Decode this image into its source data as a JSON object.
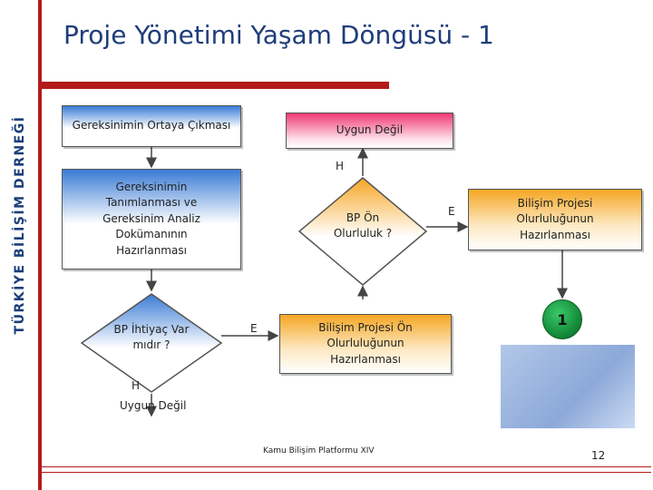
{
  "sidebar": {
    "text": "TÜRKİYE BİLİŞİM DERNEĞİ"
  },
  "title": "Proje Yönetimi Yaşam Döngüsü - 1",
  "nodes": {
    "gereksinim_ortaya": "Gereksinimin Ortaya Çıkması",
    "gereksinim_tanim": "Gereksinimin Tanımlanması ve Gereksinim Analiz Dokümanının Hazırlanması",
    "bp_ihtiyac": "BP İhtiyaç Var mıdır ?",
    "uygun_degil_top": "Uygun Değil",
    "bp_on_olurluluk": "BP Ön Olurluluk ?",
    "bilisim_on_olurluluk": "Bilişim Projesi Ön Olurluluğunun Hazırlanması",
    "bilisim_olurluluk": "Bilişim Projesi Olurluluğunun Hazırlanması",
    "uygun_degil_bottom": "Uygun Değil",
    "connector_1": "1"
  },
  "labels": {
    "h_top": "H",
    "e_right": "E",
    "e_left": "E",
    "h_bottom": "H"
  },
  "footer": {
    "text": "Kamu Bilişim Platformu XIV",
    "page": "12"
  },
  "colors": {
    "accent": "#b31b1b",
    "title": "#1f3d7a",
    "blue": "#3a7bd5",
    "pink": "#ef3a72",
    "orange": "#f5a623",
    "green": "#0a7a2c"
  }
}
